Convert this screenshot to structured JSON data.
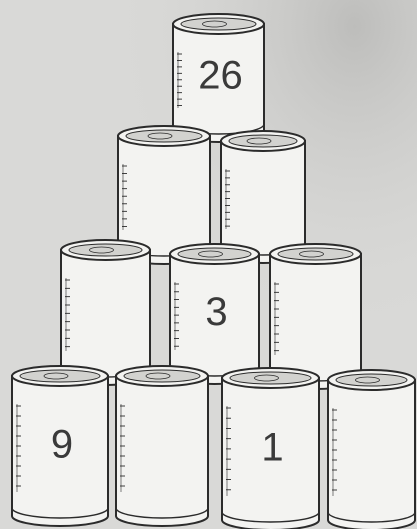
{
  "scene": {
    "background": "#d9d9d7",
    "can_fill": "#f3f3f1",
    "lid_fill": "#d2d2cf",
    "ink": "#2b2b2b"
  },
  "cans": {
    "top": {
      "number": "26"
    },
    "row2_left": {
      "number": ""
    },
    "row2_right": {
      "number": ""
    },
    "row3_left": {
      "number": ""
    },
    "row3_middle": {
      "number": "3"
    },
    "row3_right": {
      "number": ""
    },
    "row4_1": {
      "number": "9"
    },
    "row4_2": {
      "number": ""
    },
    "row4_3": {
      "number": "1"
    },
    "row4_4": {
      "number": ""
    }
  }
}
